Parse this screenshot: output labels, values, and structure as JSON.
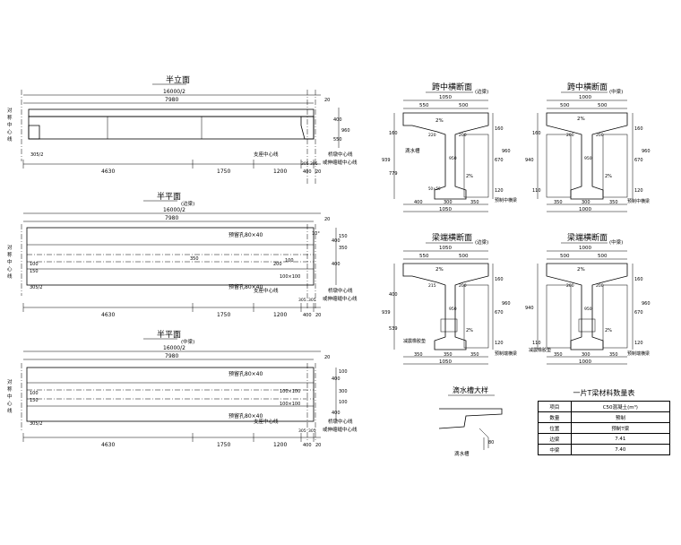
{
  "elevation": {
    "title": "半立面",
    "dim_total": "16000/2",
    "dim_inner": "7980",
    "dim_end": "20",
    "left_label": "对称中心线",
    "bottom_dims": [
      "4630",
      "1750",
      "1200",
      "400",
      "20"
    ],
    "small_dim": "305/2",
    "right_dims": [
      "400",
      "550",
      "960",
      "305",
      "305"
    ],
    "support_line": "支座中心线",
    "pier_line": "桥墩中心线",
    "abutment_line": "或伸缩缝中心线"
  },
  "plan_edge": {
    "title": "半平面",
    "subtitle": "(边梁)",
    "dim_total": "16000/2",
    "dim_inner": "7980",
    "dim_end": "20",
    "left_label": "对称中心线",
    "hole_top": "预留孔80×40",
    "hole_bottom": "预留孔80×40",
    "small_dims": [
      "100",
      "150",
      "100",
      "100×100",
      "10°",
      "200",
      "350"
    ],
    "right_dims": [
      "400",
      "400",
      "350",
      "150"
    ],
    "bottom_dims": [
      "4630",
      "1750",
      "1200",
      "400",
      "20"
    ],
    "small_dim": "305/2",
    "support_line": "支座中心线",
    "pier_line": "桥墩中心线",
    "abutment_line": "或伸缩缝中心线",
    "extra_dims": [
      "305",
      "305"
    ]
  },
  "plan_middle": {
    "title": "半平面",
    "subtitle": "(中梁)",
    "dim_total": "16000/2",
    "dim_inner": "7980",
    "dim_end": "20",
    "left_label": "对称中心线",
    "hole_top": "预留孔80×40",
    "hole_bottom": "预留孔80×40",
    "small_dims": [
      "100",
      "150",
      "100×100",
      "100×100"
    ],
    "right_dims": [
      "400",
      "400",
      "300",
      "100",
      "100"
    ],
    "bottom_dims": [
      "4630",
      "1750",
      "1200",
      "400",
      "20"
    ],
    "small_dim": "305/2",
    "support_line": "支座中心线",
    "pier_line": "桥墩中心线",
    "abutment_line": "或伸缩缝中心线",
    "extra_dims": [
      "305",
      "305"
    ]
  },
  "sec_mid_edge": {
    "title": "跨中横断面",
    "subtitle": "(边梁)",
    "top_dims": [
      "1050",
      "550",
      "500"
    ],
    "left_dims": [
      "160",
      "779",
      "939"
    ],
    "right_dims": [
      "160",
      "670",
      "960",
      "120"
    ],
    "bottom_dims": [
      "400",
      "300",
      "350",
      "1050"
    ],
    "slope": "2%",
    "inner": [
      "220",
      "200",
      "950",
      "2%"
    ],
    "label_drip": "滴水槽",
    "label_diaphragm": "预制中横梁",
    "chamfer": "50×50"
  },
  "sec_mid_middle": {
    "title": "跨中横断面",
    "subtitle": "(中梁)",
    "top_dims": [
      "1000",
      "500",
      "500"
    ],
    "left_dims": [
      "160",
      "940",
      "110"
    ],
    "right_dims": [
      "160",
      "670",
      "960",
      "120"
    ],
    "bottom_dims": [
      "350",
      "300",
      "350",
      "1000"
    ],
    "slope": "2%",
    "inner": [
      "200",
      "200",
      "950",
      "2%"
    ],
    "label_diaphragm": "预制中横梁"
  },
  "sec_end_edge": {
    "title": "梁端横断面",
    "subtitle": "(边梁)",
    "top_dims": [
      "1050",
      "550",
      "500"
    ],
    "left_dims": [
      "400",
      "539",
      "939"
    ],
    "right_dims": [
      "160",
      "670",
      "960",
      "120"
    ],
    "bottom_dims": [
      "350",
      "350",
      "350",
      "1050"
    ],
    "slope": "2%",
    "inner": [
      "215",
      "200",
      "950",
      "2%"
    ],
    "label_rubber": "减震橡胶垫",
    "label_diaphragm": "预制端横梁"
  },
  "sec_end_middle": {
    "title": "梁端横断面",
    "subtitle": "(中梁)",
    "top_dims": [
      "1000",
      "500",
      "500"
    ],
    "left_dims": [
      "940",
      "110"
    ],
    "right_dims": [
      "160",
      "670",
      "960",
      "120"
    ],
    "bottom_dims": [
      "350",
      "300",
      "350",
      "1000"
    ],
    "slope": "2%",
    "inner": [
      "200",
      "200",
      "950",
      "2%"
    ],
    "label_rubber": "减震橡胶垫",
    "label_diaphragm": "预制端横梁"
  },
  "drip_detail": {
    "title": "滴水槽大样",
    "label": "滴水槽",
    "dim": "80"
  },
  "quantity_table": {
    "title": "一片T梁材料数量表",
    "header_item": "项目",
    "header_material": "C50混凝土",
    "header_unit": "(m³)",
    "row_qty": "数量",
    "row_pos": "位置",
    "col_precast": "预制",
    "col_precast_t": "预制T梁",
    "rows": [
      {
        "name": "边梁",
        "value": "7.41"
      },
      {
        "name": "中梁",
        "value": "7.40"
      }
    ]
  }
}
